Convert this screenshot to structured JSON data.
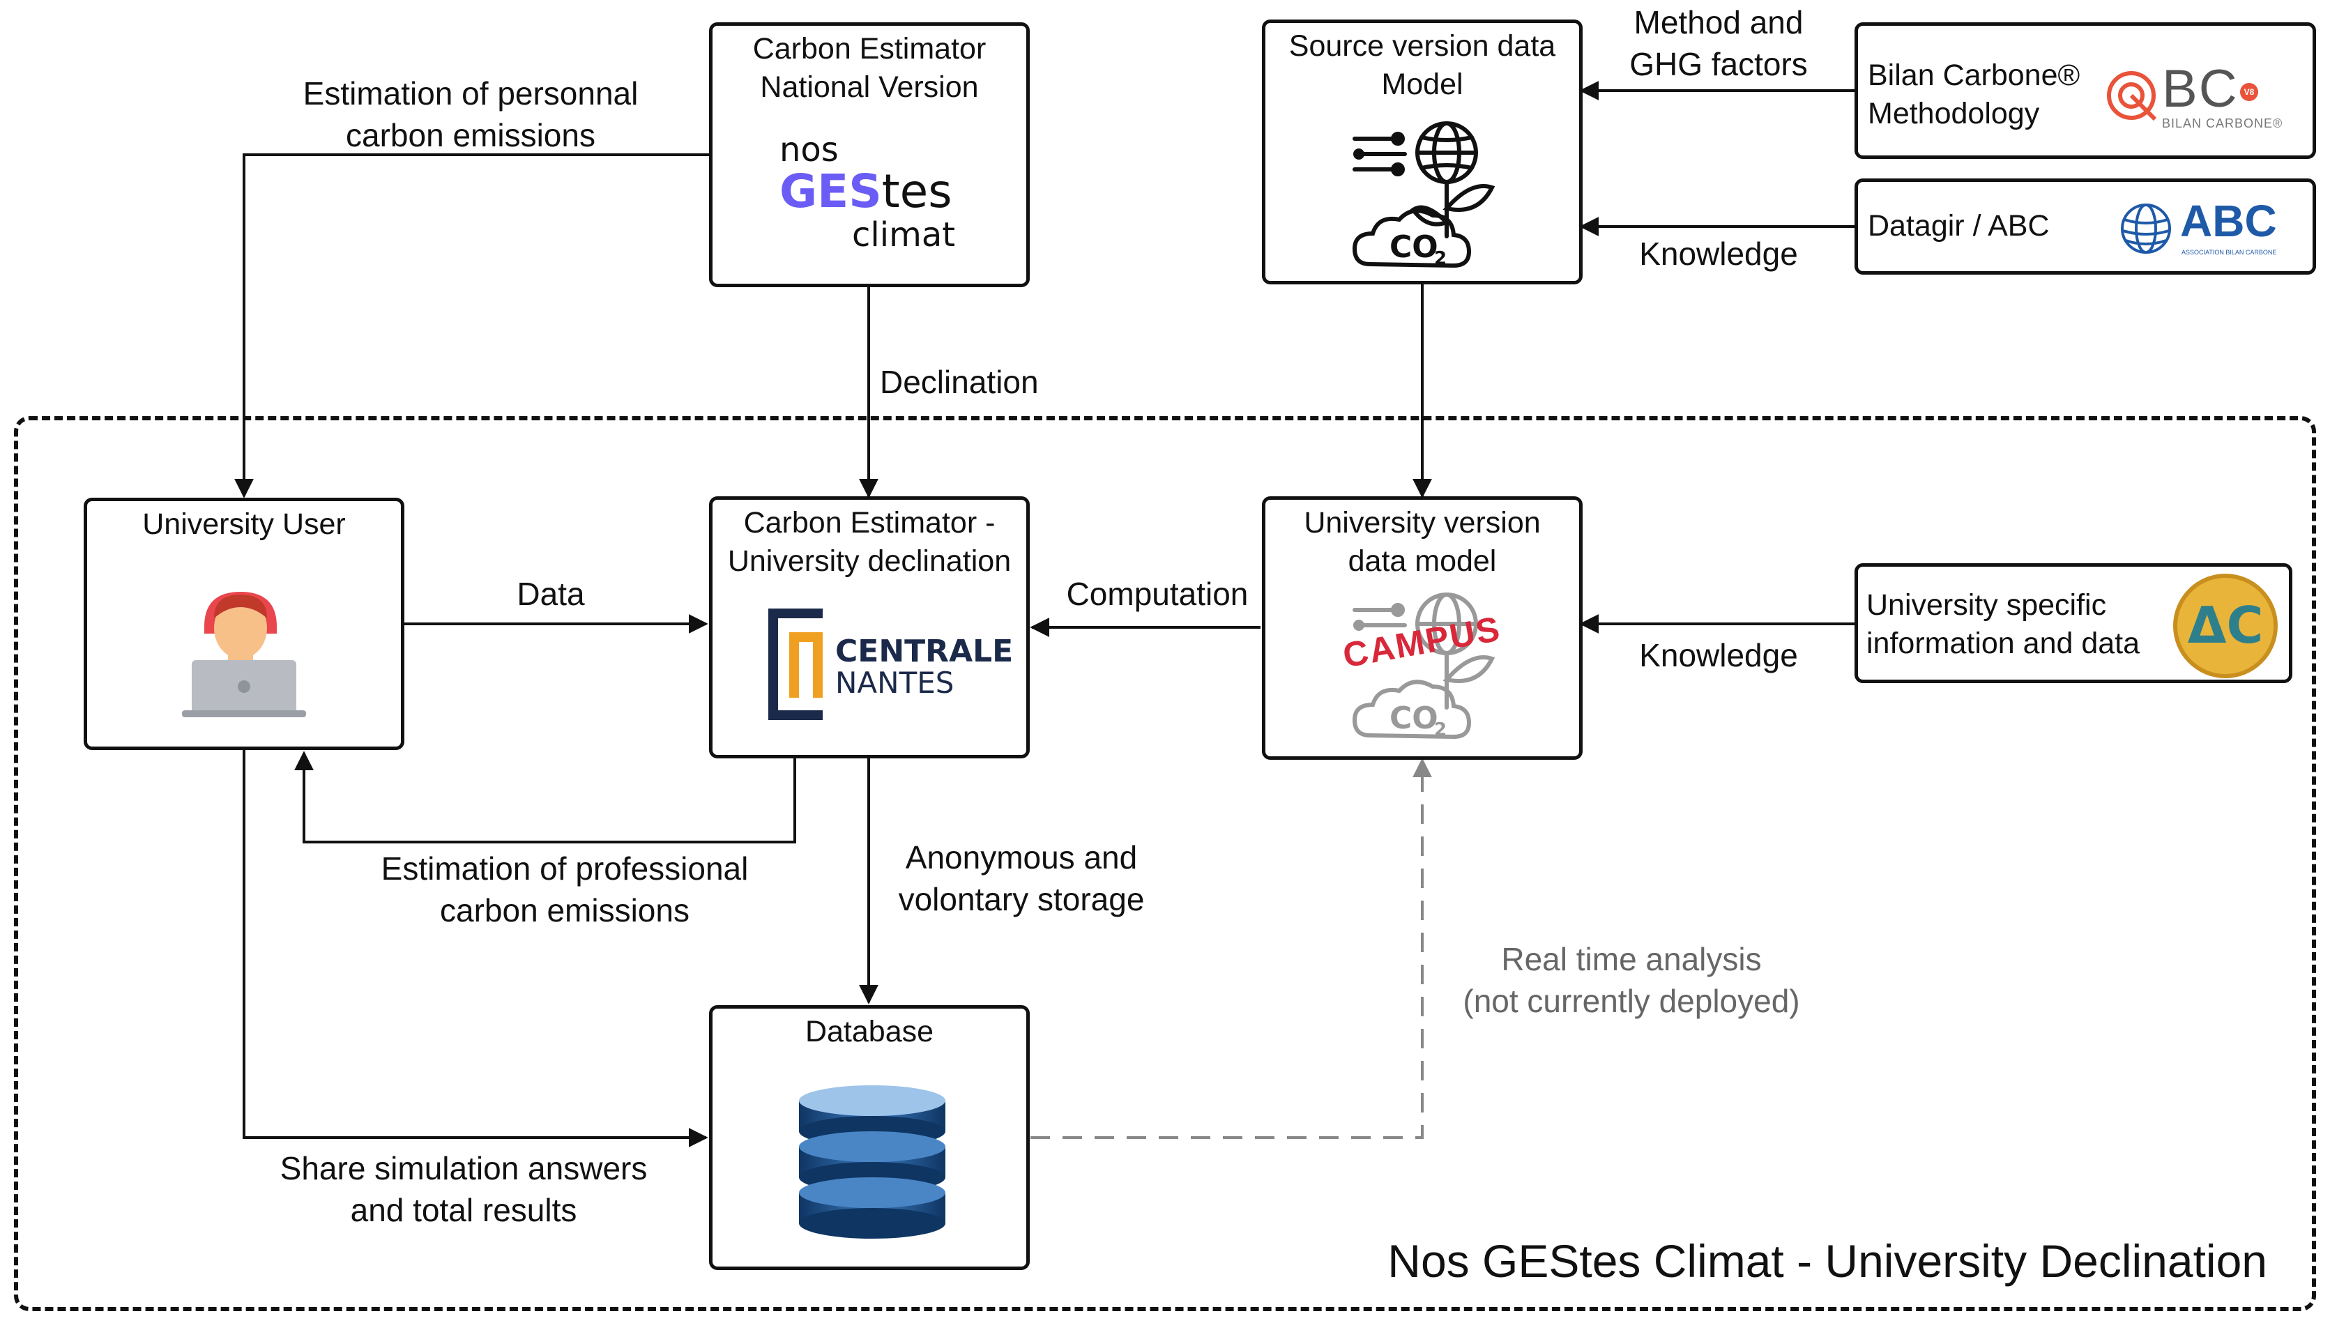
{
  "frame": {
    "title": "Nos GEStes Climat - University Declination"
  },
  "boxes": {
    "national": {
      "title": "Carbon Estimator\nNational Version",
      "logo_line1": "nos",
      "logo_ges": "GES",
      "logo_tes": "tes",
      "logo_line3": "climat"
    },
    "source_model": {
      "title": "Source version data\nModel",
      "icon": "co2-plant-globe-icon"
    },
    "bilan": {
      "title": "Bilan Carbone®\nMethodology",
      "logo_text": "BC",
      "logo_sub": "BILAN CARBONE®",
      "logo_badge": "V8"
    },
    "datagir": {
      "title": "Datagir / ABC",
      "logo_text": "ABC",
      "logo_sub": "ASSOCIATION BILAN CARBONE"
    },
    "user": {
      "title": "University User",
      "icon": "person-laptop-icon"
    },
    "university_decl": {
      "title": "Carbon Estimator -\nUniversity declination",
      "logo_line1": "CENTRALE",
      "logo_line2": "NANTES"
    },
    "univ_model": {
      "title": "University version\ndata model",
      "stamp": "CAMPUS",
      "icon": "co2-plant-globe-icon"
    },
    "univ_info": {
      "title": "University specific\ninformation and data",
      "logo_text": "ΔC"
    },
    "database": {
      "title": "Database",
      "icon": "database-icon"
    }
  },
  "edges": {
    "personal": "Estimation of personnal\ncarbon emissions",
    "declination": "Declination",
    "method": "Method and\nGHG factors",
    "knowledge_top": "Knowledge",
    "data": "Data",
    "computation": "Computation",
    "knowledge_right": "Knowledge",
    "professional": "Estimation of professional\ncarbon emissions",
    "storage": "Anonymous and\nvolontary storage",
    "share": "Share simulation answers\nand total results",
    "realtime": "Real time analysis\n(not currently deployed)"
  },
  "colors": {
    "stroke": "#111111",
    "dashed_gray": "#888888",
    "ges_purple": "#6a5cf5",
    "centrale_navy": "#1b2a4a",
    "centrale_orange": "#f0a020",
    "abc_blue": "#1e5aa8",
    "campus_red": "#d8283a",
    "bc_orange": "#e8533a",
    "db_blue": "#1c4f86",
    "user_skin": "#f7c089",
    "user_shirt": "#e9464d",
    "laptop_gray": "#b8bcc2",
    "ac_gold": "#e8b43a",
    "ac_teal": "#2e7f8c"
  }
}
